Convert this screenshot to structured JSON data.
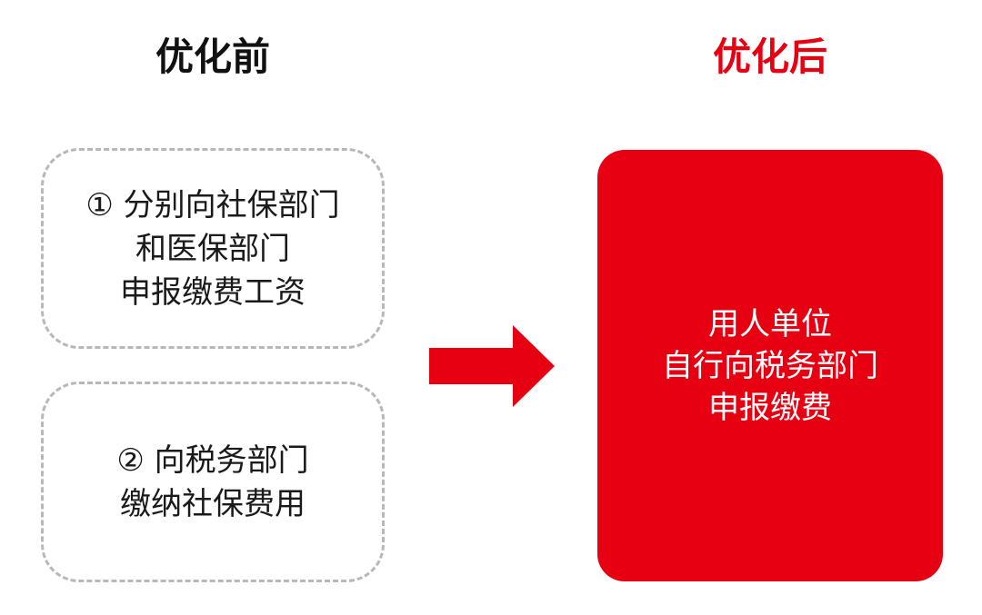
{
  "colors": {
    "accent_red": "#E60012",
    "heading_dark": "#111111",
    "dashed_border": "#B8B8B8"
  },
  "before": {
    "heading": "优化前",
    "steps": [
      {
        "lines": [
          "① 分别向社保部门",
          "和医保部门",
          "申报缴费工资"
        ]
      },
      {
        "lines": [
          "② 向税务部门",
          "缴纳社保费用"
        ]
      }
    ]
  },
  "after": {
    "heading": "优化后",
    "result": {
      "lines": [
        "用人单位",
        "自行向税务部门",
        "申报缴费"
      ]
    }
  },
  "connector": {
    "icon": "right-arrow-icon"
  }
}
